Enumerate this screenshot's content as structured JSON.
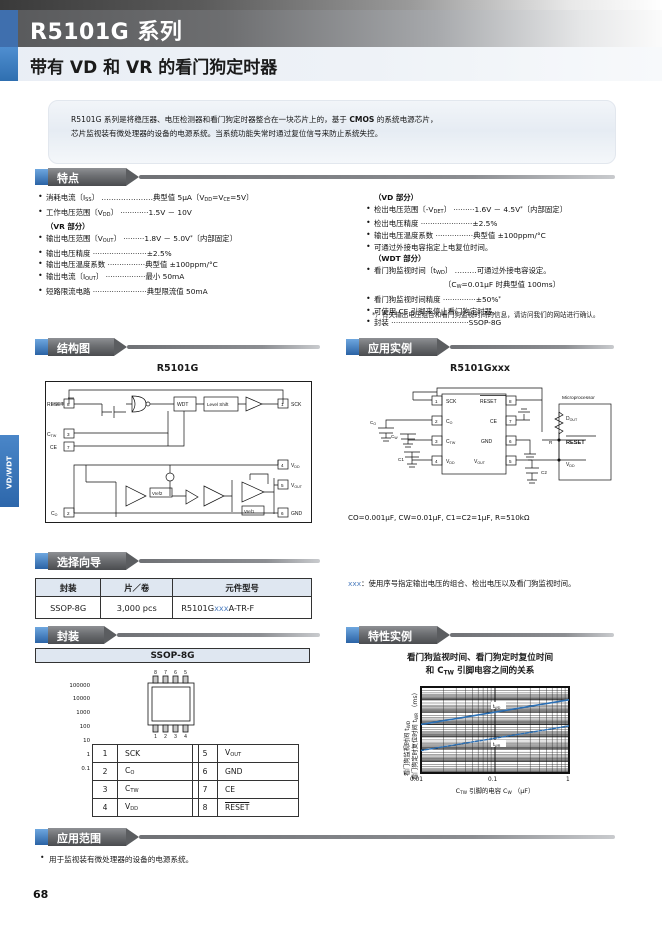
{
  "header": {
    "title": "R5101G 系列",
    "subtitle_html": "带有 <b>VD</b> 和 <b>VR</b> 的看门狗定时器",
    "subtitle": "带有 VD 和 VR 的看门狗定时器",
    "side_tab": "VD/WDT",
    "page_number": "68"
  },
  "intro": {
    "line1": "R5101G 系列是将稳压器、电压检测器和看门狗定时器整合在一块芯片上的，基于 CMOS 的系统电源芯片，",
    "line2": "芯片监视装有微处理器的设备的电源系统。当系统功能失常时通过复位信号来防止系统失控。"
  },
  "sections": {
    "features": "特点",
    "block_diagram": "结构图",
    "application_example": "应用实例",
    "selection_guide": "选择向导",
    "package": "封装",
    "characteristics": "特性实例",
    "applications": "应用范围"
  },
  "features": {
    "left": [
      {
        "type": "bullet",
        "label": "消耗电流（I",
        "sub": "SS",
        "label2": "）",
        "dots": "…………………",
        "value": "典型值 5μA（V",
        "value_sub": "DD",
        "value2": "=V",
        "value2_sub": "CE",
        "value3": "=5V）"
      },
      {
        "type": "bullet",
        "text": "工作电压范围（VDD）·············1.5V － 10V"
      },
      {
        "type": "head",
        "text": "（VR 部分）"
      },
      {
        "type": "bullet",
        "text": "输出电压范围（VOUT）·········1.8V － 5.0V* （内部固定）"
      },
      {
        "type": "bullet",
        "text": "输出电压精度·························±2.5%"
      },
      {
        "type": "bullet",
        "text": "输出电压温度系数··················典型值 ±100ppm/°C"
      },
      {
        "type": "bullet",
        "text": "输出电流（IOUT）···················最小 50mA"
      },
      {
        "type": "bullet",
        "text": "短路限流电路·························典型限流值 50mA"
      }
    ],
    "right": [
      {
        "type": "head",
        "text": "（VD 部分）"
      },
      {
        "type": "bullet",
        "text": "检出电压范围（-VDET）··········1.6V － 4.5V* （内部固定）"
      },
      {
        "type": "bullet",
        "text": "检出电压精度························±2.5%"
      },
      {
        "type": "bullet",
        "text": "输出电压温度系数··················典型值 ±100ppm/°C"
      },
      {
        "type": "bullet",
        "text": "可通过外接电容指定上电复位时间。"
      },
      {
        "type": "head",
        "text": "（WDT 部分）"
      },
      {
        "type": "bullet",
        "text": "看门狗监视时间（tWD）·········可通过外接电容设定。"
      },
      {
        "type": "plain",
        "text": "（CW=0.01μF 时典型值 100ms）"
      },
      {
        "type": "bullet",
        "text": "看门狗监视时间精度···············±50%*"
      },
      {
        "type": "bullet",
        "text": "可使用 CE 引脚来停止看门狗定时器。"
      },
      {
        "type": "bullet",
        "text": "封装···································SSOP-8G"
      }
    ],
    "footnote": "*）有关输出电压组合和看门狗监视时间的信息，请访问我们的网站进行确认。"
  },
  "block_diagram": {
    "title": "R5101G",
    "pins": {
      "p1": "SCK",
      "p2": "CO",
      "p3": "CTW",
      "p4": "VDD",
      "p5": "VOUT",
      "p6": "GND",
      "p7": "CE",
      "p8": "RESET"
    },
    "blocks": {
      "wdt": "WDT",
      "level_shift": "Level Shift",
      "vref1": "Vref1",
      "vref2": "Vref2"
    }
  },
  "application": {
    "title": "R5101Gxxx",
    "micro_label": "Microprocessor",
    "micro_pins": {
      "dout": "DOUT",
      "reset": "RESET",
      "vdd": "VDD"
    },
    "pins": {
      "p1": "SCK",
      "p2": "CO",
      "p3": "CTW",
      "p4": "VDD",
      "p5": "VOUT",
      "p6": "GND",
      "p7": "CE",
      "p8": "RESET"
    },
    "components": {
      "co": "CO",
      "cw": "CW",
      "c1": "C1",
      "c2": "C2",
      "r": "R"
    },
    "values": "CO=0.001μF, CW=0.01μF, C1=C2=1μF, R=510kΩ"
  },
  "selection_guide": {
    "headers": [
      "封装",
      "片／卷",
      "元件型号"
    ],
    "rows": [
      {
        "package": "SSOP-8G",
        "reel": "3,000 pcs",
        "part_prefix": "R5101G",
        "part_xxx": "xxx",
        "part_suffix": "A-TR-F"
      }
    ],
    "note_key": "xxx",
    "note_text": "：使用序号指定输出电压的组合、检出电压以及看门狗监视时间。"
  },
  "package": {
    "name": "SSOP-8G",
    "top_pins": [
      "8",
      "7",
      "6",
      "5"
    ],
    "bottom_pins": [
      "1",
      "2",
      "3",
      "4"
    ],
    "left_table": [
      {
        "no": "1",
        "name": "SCK"
      },
      {
        "no": "2",
        "name": "CO"
      },
      {
        "no": "3",
        "name": "CTW"
      },
      {
        "no": "4",
        "name": "VDD"
      }
    ],
    "right_table": [
      {
        "no": "5",
        "name": "VOUT"
      },
      {
        "no": "6",
        "name": "GND"
      },
      {
        "no": "7",
        "name": "CE"
      },
      {
        "no": "8",
        "name": "RESET"
      }
    ]
  },
  "applications_scope": {
    "items": [
      "用于监视装有微处理器的设备的电源系统。"
    ]
  },
  "chart_data": {
    "type": "line",
    "title_line1": "看门狗监视时间、看门狗定时复位时间",
    "title_line2": "和 CTW 引脚电容之间的关系",
    "xlabel": "CTW 引脚的电容 CW （μF）",
    "ylabel_line1": "看门狗监视时间 tWD",
    "ylabel_line2": "看门狗定时复位时间 tWR （ms）",
    "xscale": "log",
    "yscale": "log",
    "xlim": [
      0.01,
      1
    ],
    "ylim": [
      0.1,
      100000
    ],
    "xticks": [
      "0.01",
      "0.1",
      "1"
    ],
    "yticks": [
      "0.1",
      "1",
      "10",
      "100",
      "1000",
      "10000",
      "100000"
    ],
    "grid": true,
    "series": [
      {
        "name": "tWD",
        "label": "tWD",
        "color": "#2a6fb5",
        "x": [
          0.01,
          0.1,
          1
        ],
        "y": [
          100,
          1000,
          10000
        ]
      },
      {
        "name": "tWR",
        "label": "tWR",
        "color": "#2a6fb5",
        "x": [
          0.01,
          0.1,
          1
        ],
        "y": [
          8,
          80,
          800
        ]
      }
    ],
    "legend": "inline"
  }
}
